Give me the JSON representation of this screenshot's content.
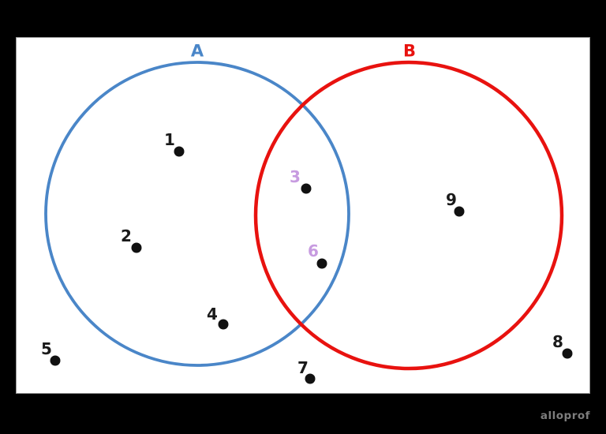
{
  "diagram": {
    "type": "venn",
    "sets": [
      {
        "id": "A",
        "label": "A",
        "color": "#4a86c8"
      },
      {
        "id": "B",
        "label": "B",
        "color": "#e8120f"
      }
    ],
    "intersection_label_color": "#c79be0",
    "point_color": "#111111",
    "points": [
      {
        "number": "1",
        "region": "A only"
      },
      {
        "number": "2",
        "region": "A only"
      },
      {
        "number": "3",
        "region": "A and B intersection"
      },
      {
        "number": "4",
        "region": "A only"
      },
      {
        "number": "5",
        "region": "outside"
      },
      {
        "number": "6",
        "region": "A and B intersection"
      },
      {
        "number": "7",
        "region": "outside"
      },
      {
        "number": "8",
        "region": "outside"
      },
      {
        "number": "9",
        "region": "B only"
      }
    ]
  },
  "watermark": "alloprof"
}
